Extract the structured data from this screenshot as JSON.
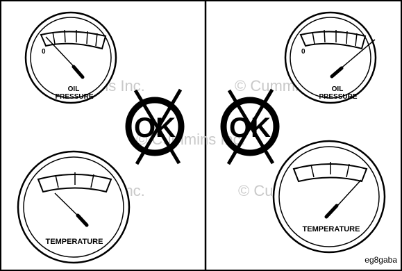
{
  "watermark": "© Cummins Inc.",
  "figure_code": "eg8gaba",
  "ok_text": "OK",
  "left_panel": {
    "oil_gauge": {
      "label_line1": "OIL",
      "label_line2": "PRESSURE",
      "zero_label": "0"
    },
    "temp_gauge": {
      "label": "TEMPERATURE"
    }
  },
  "right_panel": {
    "oil_gauge": {
      "label_line1": "OIL",
      "label_line2": "PRESSURE",
      "zero_label": "0"
    },
    "temp_gauge": {
      "label": "TEMPERATURE"
    }
  }
}
